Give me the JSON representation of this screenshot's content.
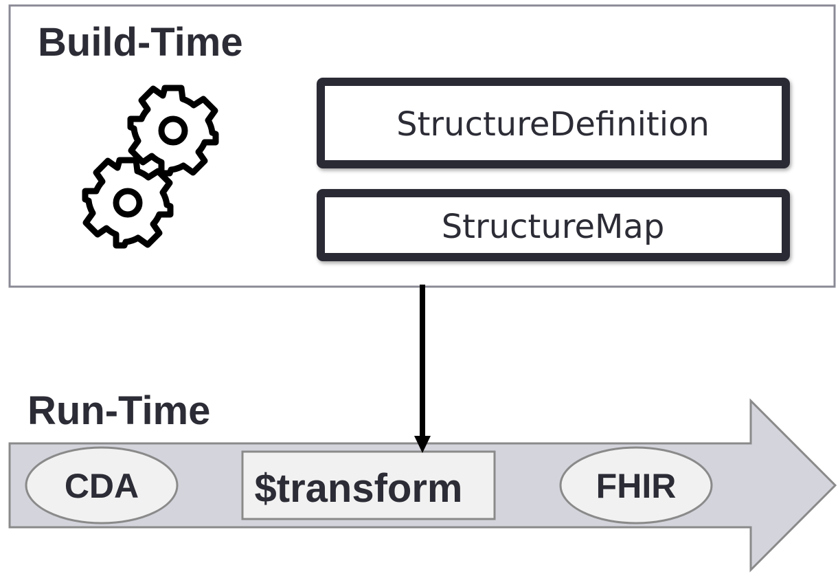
{
  "build_time": {
    "title": "Build-Time",
    "artifacts": [
      {
        "label": "StructureDefinition"
      },
      {
        "label": "StructureMap"
      }
    ],
    "icon": "gears-icon"
  },
  "run_time": {
    "title": "Run-Time",
    "source": {
      "label": "CDA"
    },
    "operation": {
      "label": "$transform"
    },
    "target": {
      "label": "FHIR"
    }
  },
  "colors": {
    "frame_border": "#8a8a96",
    "box_border": "#2c2c36",
    "arrow_fill": "#d3d4dc",
    "arrow_border": "#8a8a8a",
    "node_fill": "#f1f1f1",
    "text": "#2c2c36"
  }
}
